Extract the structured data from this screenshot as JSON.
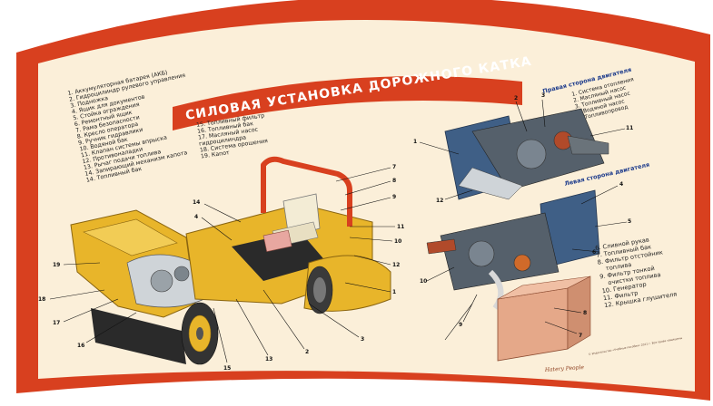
{
  "poster": {
    "title": "СИЛОВАЯ УСТАНОВКА  ДОРОЖНОГО КАТКА",
    "colors": {
      "frame": "#d8401f",
      "paper": "#fbefd9",
      "title_bar": "#d8401f",
      "machine": "#e8b52a",
      "blue_heading": "#1e3c8c"
    },
    "legend_left": [
      "1. Аккумуляторная батарея (АКБ)",
      "2. Гидроцилиндр рулевого управления",
      "3. Подножка",
      "4. Ящик для документов",
      "5. Стойка ограждения",
      "6. Ремонтный ящик",
      "7. Рама безопасности",
      "8. Кресло оператора",
      "9. Ручник гидравлики",
      "10. Водяной бак",
      "11. Клапан системы впрыска",
      "12. Противоналадки",
      "13. Рычаг подачи топлива",
      "14. Запирающий механизм капота"
    ],
    "legend_left_extra": "14. Топливный бак",
    "legend_mid": [
      "15. Топливный фильтр",
      "16. Топливный бак",
      "17. Масляный насос",
      "гидроцилиндра",
      "18. Система орошения",
      "19. Капот"
    ],
    "right_heading": "Правая сторона двигателя",
    "legend_right_top": [
      "1. Система отопления",
      "2. Масляный насос",
      "3. Топливный насос",
      "4. Водяной насос",
      "5. Топливопровод"
    ],
    "left_heading": "Левая сторона двигателя",
    "legend_right_bottom": [
      "6. Сливной рукав",
      "7. Топливный бак",
      "8. Фильтр отстойник",
      "топлива",
      "9. Фильтр тонкой",
      "очистки топлива",
      "10. Генератор",
      "11. Фильтр",
      "12. Крышка глушителя"
    ],
    "callouts_main": [
      "19",
      "18",
      "17",
      "16",
      "15",
      "13",
      "2",
      "3",
      "1",
      "14",
      "4",
      "7",
      "8",
      "9",
      "11",
      "10",
      "12"
    ],
    "callouts_right_top": [
      "1",
      "2",
      "3",
      "11",
      "12"
    ],
    "callouts_right_bottom": [
      "4",
      "5",
      "6",
      "7",
      "8",
      "9",
      "10"
    ],
    "footer_logo": "Hatery People",
    "footer_text": "© Издательство «Учебные пособия» 2011 г. Все права защищены"
  }
}
